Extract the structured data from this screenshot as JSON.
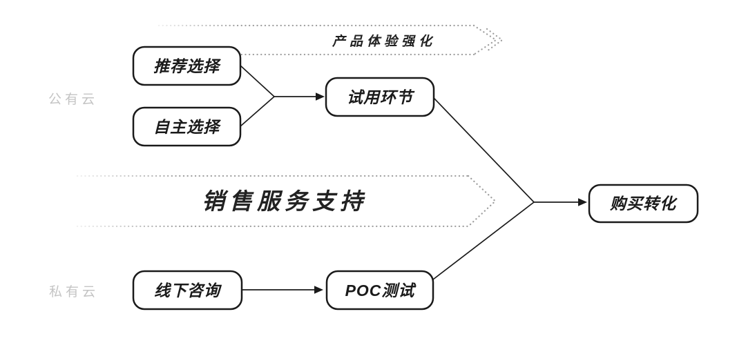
{
  "colors": {
    "ink": "#1a1a1a",
    "muted_label": "#c4c4c4",
    "dots": "#9e9e9e",
    "background": "#ffffff"
  },
  "lanes": {
    "public": {
      "label": "公有云"
    },
    "private": {
      "label": "私有云"
    }
  },
  "bands": {
    "top": {
      "label": "产品体验强化"
    },
    "middle": {
      "label": "销售服务支持"
    }
  },
  "nodes": {
    "recommend": {
      "label": "推荐选择"
    },
    "self_select": {
      "label": "自主选择"
    },
    "trial": {
      "label": "试用环节"
    },
    "offline_consult": {
      "label": "线下咨询"
    },
    "poc": {
      "label": "POC测试"
    },
    "purchase": {
      "label": "购买转化"
    }
  },
  "edges": [
    {
      "from": "推荐选择",
      "to": "试用环节"
    },
    {
      "from": "自主选择",
      "to": "试用环节"
    },
    {
      "from": "试用环节",
      "to": "购买转化"
    },
    {
      "from": "线下咨询",
      "to": "POC测试"
    },
    {
      "from": "POC测试",
      "to": "购买转化"
    }
  ]
}
